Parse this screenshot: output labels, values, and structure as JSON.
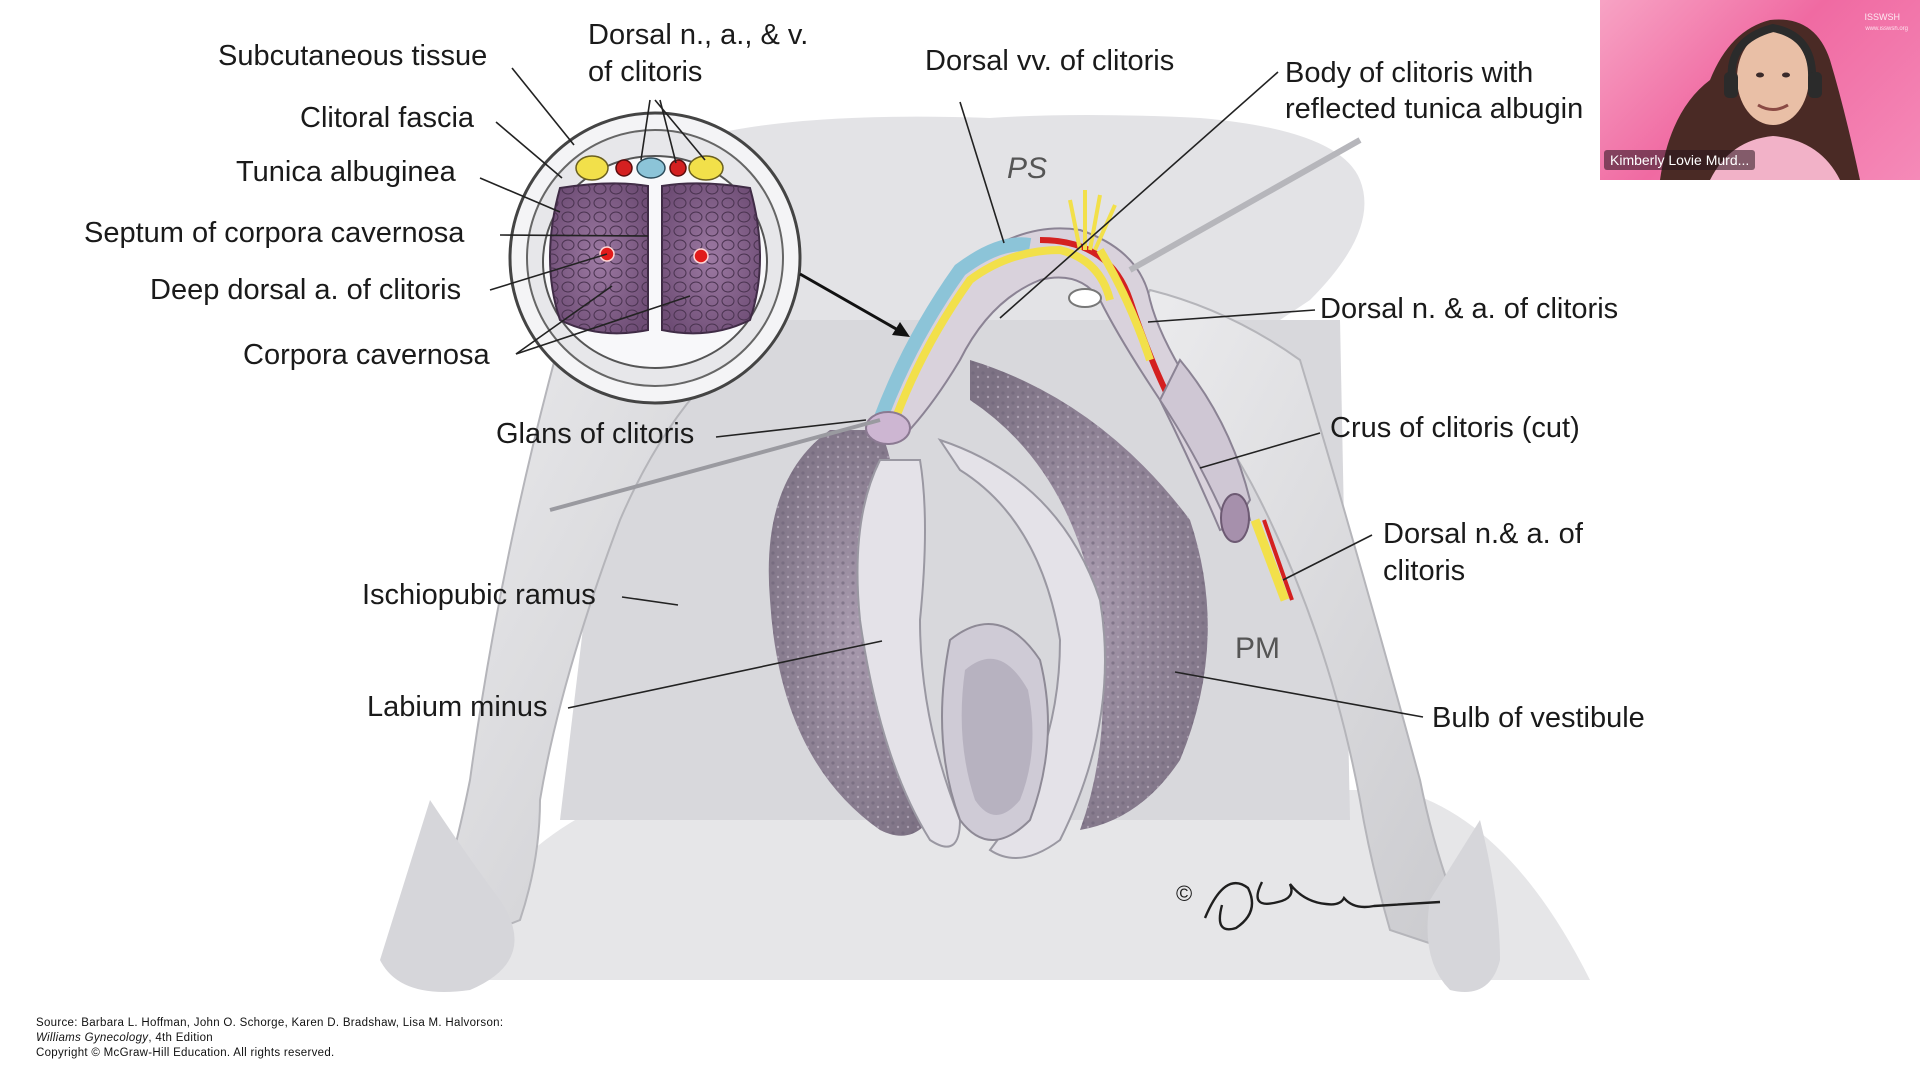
{
  "figure": {
    "labels_left": {
      "subcutaneous_tissue": "Subcutaneous tissue",
      "clitoral_fascia": "Clitoral fascia",
      "tunica_albuginea": "Tunica albuginea",
      "septum": "Septum of corpora cavernosa",
      "deep_dorsal_artery": "Deep dorsal a. of clitoris",
      "corpora_cavernosa": "Corpora cavernosa",
      "glans": "Glans of clitoris",
      "ischiopubic_ramus": "Ischiopubic ramus",
      "labium_minus": "Labium minus"
    },
    "labels_top": {
      "dorsal_nav_line1": "Dorsal n., a., & v.",
      "dorsal_nav_line2": "of clitoris",
      "dorsal_vv": "Dorsal vv. of clitoris",
      "body_line1": "Body of clitoris with",
      "body_line2": "reflected tunica albugin"
    },
    "labels_right": {
      "dorsal_na_1": "Dorsal n. & a. of clitoris",
      "crus": "Crus of clitoris (cut)",
      "dorsal_na_2_line1": "Dorsal n.& a. of",
      "dorsal_na_2_line2": "clitoris",
      "bulb": "Bulb of vestibule"
    },
    "regions": {
      "ps": "PS",
      "pm": "PM"
    },
    "signature": "JE Golder",
    "copyright_mark": "©"
  },
  "source": {
    "line1": "Source: Barbara L. Hoffman, John O. Schorge, Karen D. Bradshaw, Lisa M. Halvorson:",
    "line2_title": "Williams Gynecology",
    "line2_rest": ", 4th Edition",
    "line3": "Copyright © McGraw-Hill Education. All rights reserved."
  },
  "video_tile": {
    "participant_name": "Kimberly Lovie Murd...",
    "brand": "ISSWSH",
    "url": "www.isswsh.org"
  },
  "colors": {
    "nerve": "#f2e04a",
    "artery": "#d42020",
    "vein": "#8cc4d8",
    "tissue": "#8a6f8c",
    "bone": "#dcdcde",
    "tile_pink": "#f06aa2"
  }
}
